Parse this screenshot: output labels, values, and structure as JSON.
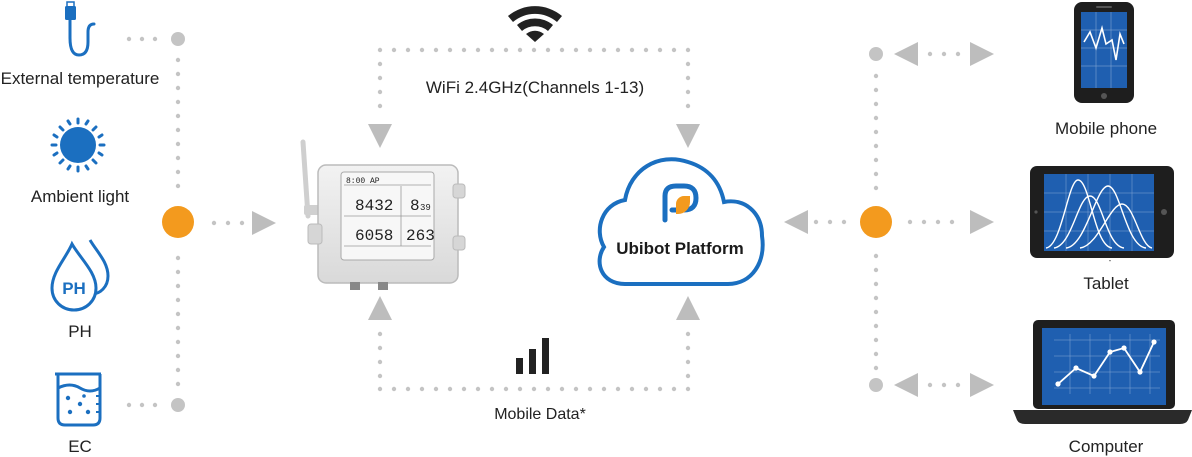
{
  "sensors": [
    {
      "label": "External temperature",
      "icon": "usb-probe-icon"
    },
    {
      "label": "Ambient light",
      "icon": "sun-icon"
    },
    {
      "label": "PH",
      "icon": "ph-drop-icon",
      "icon_text": "PH"
    },
    {
      "label": "EC",
      "icon": "beaker-icon"
    }
  ],
  "links": {
    "wifi_label": "WiFi 2.4GHz(Channels 1-13)",
    "wifi_icon": "wifi-icon",
    "mobile_label": "Mobile Data*",
    "mobile_icon": "signal-bars-icon"
  },
  "platform": {
    "name": "Ubibot Platform",
    "icon": "cloud-icon"
  },
  "device": {
    "icon": "data-logger-device-icon",
    "screen": {
      "status": "8:00 AP",
      "readings": [
        "8432",
        "8",
        "6058",
        "263"
      ],
      "subs": [
        "",
        "39",
        "",
        ""
      ]
    }
  },
  "clients": [
    {
      "label": "Mobile phone",
      "icon": "mobile-phone-icon"
    },
    {
      "label": "Tablet",
      "icon": "tablet-icon"
    },
    {
      "label": "Computer",
      "icon": "laptop-icon"
    }
  ],
  "colors": {
    "accent_blue": "#1b6fc0",
    "hub_orange": "#f39a1e",
    "dot_gray": "#c4c4c4",
    "arrow_gray": "#bdbdbd",
    "screen_blue": "#1f5fb0"
  }
}
